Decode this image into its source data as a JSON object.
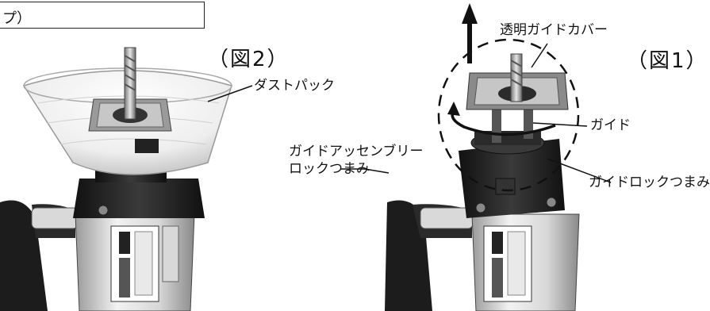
{
  "header": {
    "text": "プ）"
  },
  "figure2": {
    "label": "（図2）",
    "callouts": {
      "dust_pack": "ダストパック",
      "assembly_lock_line1": "ガイドアッセンブリー",
      "assembly_lock_line2": "ロックつまみ"
    }
  },
  "figure1": {
    "label": "（図1）",
    "callouts": {
      "clear_cover": "透明ガイドカバー",
      "guide": "ガイド",
      "guide_lock": "ガイドロックつまみ"
    }
  }
}
